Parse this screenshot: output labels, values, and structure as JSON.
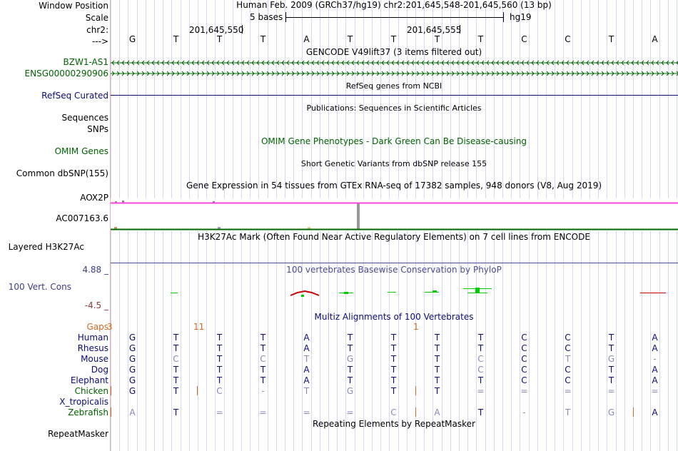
{
  "position": {
    "label": "Window Position",
    "text": "Human Feb. 2009 (GRCh37/hg19)   chr2:201,645,548-201,645,560 (13 bp)"
  },
  "scale": {
    "label": "Scale",
    "bar_text": "5 bases",
    "assembly": "hg19"
  },
  "chrom": {
    "label": "chr2:",
    "coord1": "201,645,550",
    "coord2": "201,645,555"
  },
  "base_row": {
    "label": "--->",
    "bases": [
      "G",
      "T",
      "T",
      "T",
      "A",
      "T",
      "T",
      "T",
      "T",
      "C",
      "C",
      "T",
      "A"
    ]
  },
  "gencode": {
    "title": "GENCODE V49lift37 (3 items filtered out)",
    "items": [
      "BZW1-AS1",
      "ENSG00000290906"
    ],
    "color": "#006400"
  },
  "refseq": {
    "label": "RefSeq Curated",
    "title": "RefSeq genes from NCBI",
    "color": "#0c0c78"
  },
  "publications": {
    "label": "Sequences",
    "title": "Publications: Sequences in Scientific Articles"
  },
  "snps": {
    "label": "SNPs"
  },
  "omim": {
    "label": "OMIM Genes",
    "title": "OMIM Gene Phenotypes - Dark Green Can Be Disease-causing",
    "color": "#006400"
  },
  "dbsnp": {
    "label": "Common dbSNP(155)",
    "title": "Short Genetic Variants from dbSNP release 155"
  },
  "gtex": {
    "title": "Gene Expression in 54 tissues from GTEx RNA-seq of 17382 samples, 948 donors (V8, Aug 2019)",
    "genes": [
      "AOX2P",
      "AC007163.6"
    ],
    "colors": {
      "aox2p_line": "#ff44dd",
      "ac_line": "#006400",
      "bar": "#999999"
    }
  },
  "h3k27ac": {
    "label": "Layered H3K27Ac",
    "title": "H3K27Ac Mark (Often Found Near Active Regulatory Elements) on 7 cell lines from ENCODE",
    "color": "#4b4b96"
  },
  "phylop": {
    "label": "100 Vert. Cons",
    "title": "100 vertebrates Basewise Conservation by PhyloP",
    "max_label": "4.88 _",
    "min_label": "-4.5 _",
    "colors": {
      "title": "#4b4b96",
      "max": "#3c3c8c",
      "min": "#8c3c3c",
      "positive": "#00cc00",
      "negative": "#cc0000"
    }
  },
  "multiz": {
    "title": "Multiz Alignments of 100 Vertebrates",
    "gaps_label": "Gaps",
    "gap_numbers": [
      "3",
      "11",
      "1"
    ],
    "gap_color": "#d2691e",
    "species": [
      {
        "name": "Human",
        "bases": [
          "G",
          "T",
          "T",
          "T",
          "A",
          "T",
          "T",
          "T",
          "T",
          "C",
          "C",
          "T",
          "A"
        ]
      },
      {
        "name": "Rhesus",
        "bases": [
          "G",
          "T",
          "T",
          "T",
          "A",
          "T",
          "T",
          "T",
          "T",
          "C",
          "C",
          "T",
          "A"
        ]
      },
      {
        "name": "Mouse",
        "bases": [
          "G",
          "C",
          "T",
          "C",
          "T",
          "G",
          "T",
          "T",
          "C",
          "C",
          "T",
          "G",
          "-"
        ]
      },
      {
        "name": "Dog",
        "bases": [
          "G",
          "T",
          "T",
          "T",
          "A",
          "T",
          "T",
          "T",
          "C",
          "C",
          "C",
          "T",
          "A"
        ]
      },
      {
        "name": "Elephant",
        "bases": [
          "G",
          "T",
          "T",
          "T",
          "A",
          "T",
          "T",
          "T",
          "T",
          "C",
          "C",
          "T",
          "A"
        ]
      },
      {
        "name": "Chicken",
        "bases": [
          "G",
          "T",
          "C",
          "-",
          "T",
          "G",
          "T",
          "T",
          "=",
          "=",
          "=",
          "=",
          "="
        ]
      },
      {
        "name": "X_tropicalis",
        "bases": [
          "",
          "",
          "",
          "",
          "",
          "",
          "",
          "",
          "",
          "",
          "",
          "",
          ""
        ]
      },
      {
        "name": "Zebrafish",
        "bases": [
          "A",
          "T",
          "=",
          "=",
          "=",
          "=",
          "C",
          "A",
          "T",
          "-",
          "T",
          "G",
          "A"
        ]
      }
    ]
  },
  "repeatmasker": {
    "label": "RepeatMasker",
    "title": "Repeating Elements by RepeatMasker"
  }
}
